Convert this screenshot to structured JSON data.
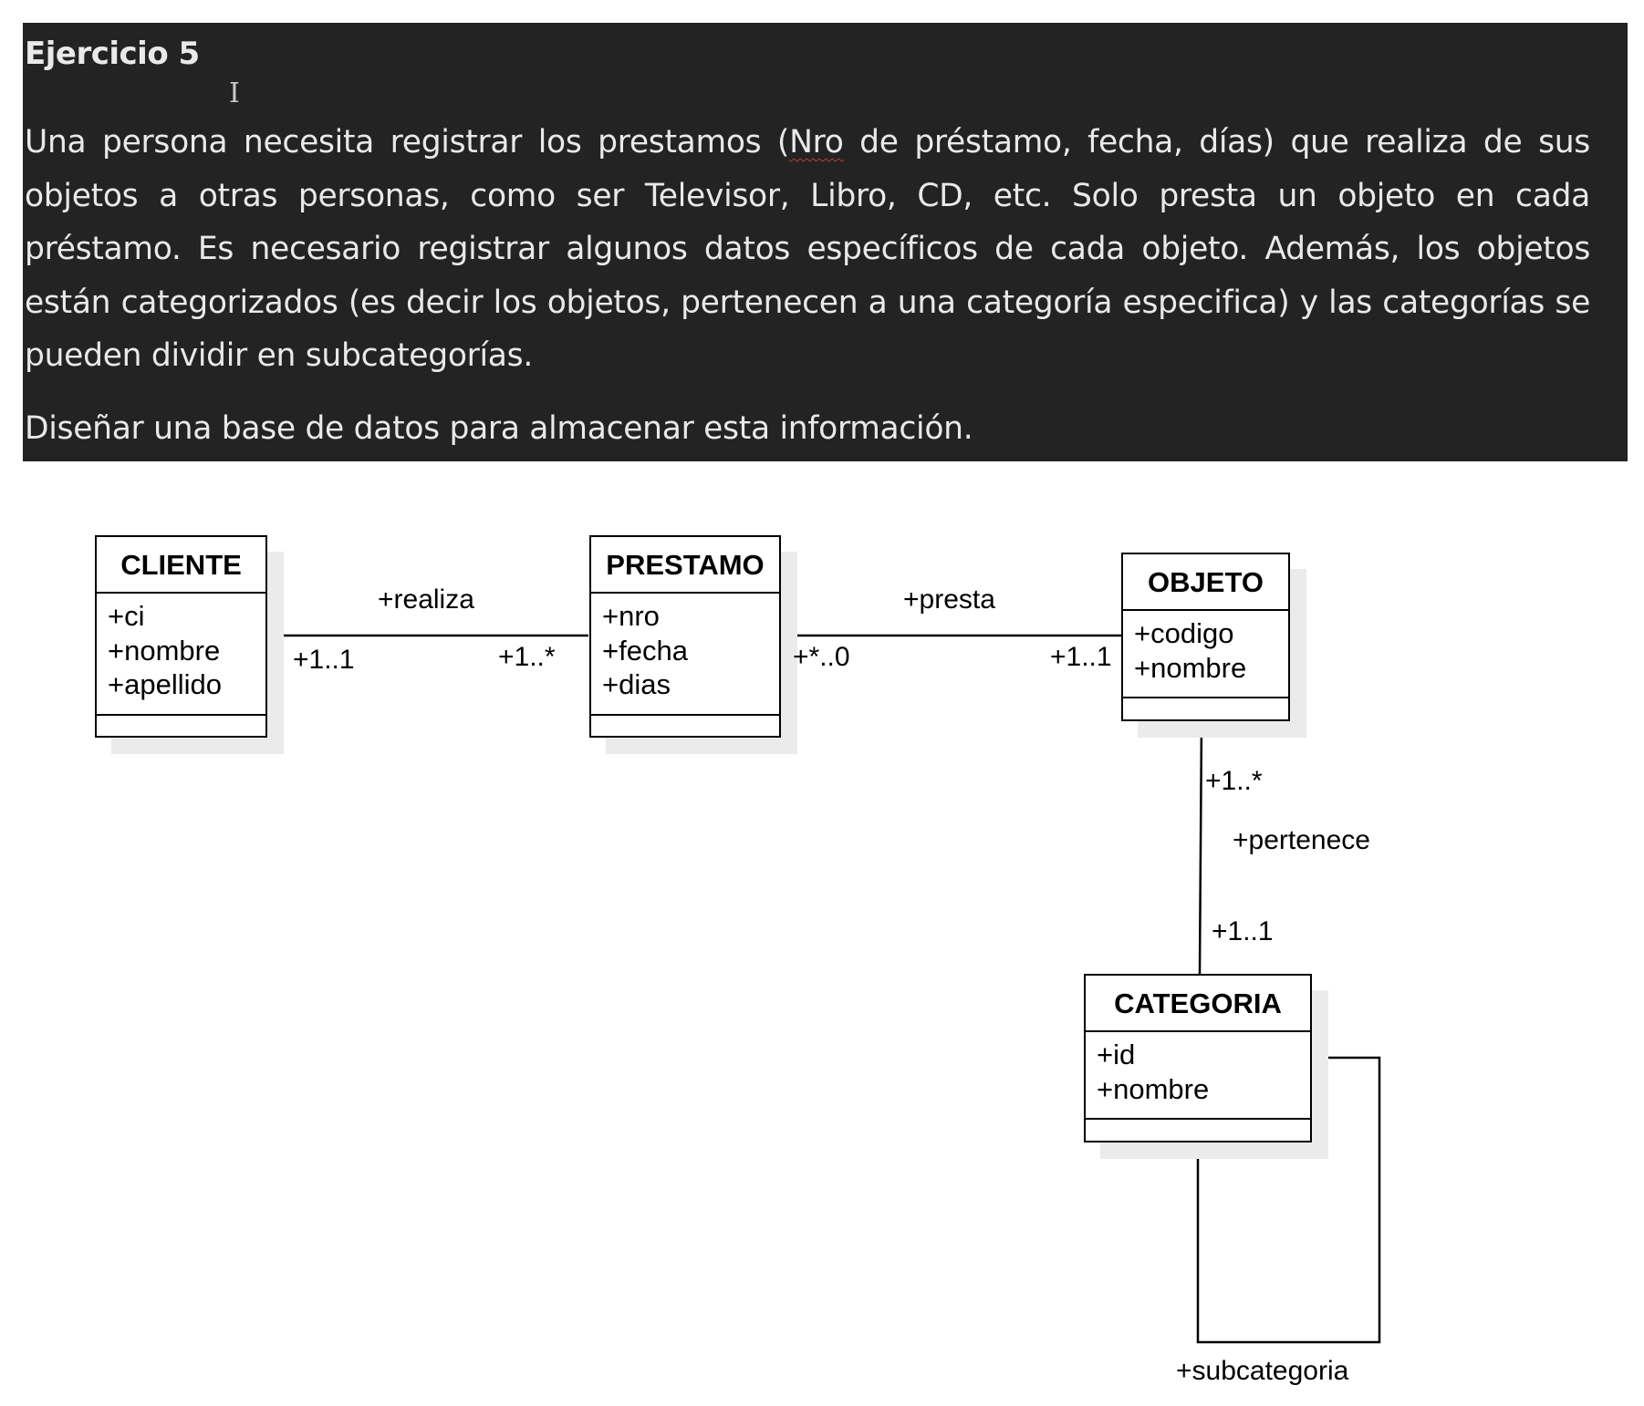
{
  "exercise": {
    "title": "Ejercicio 5",
    "cursor_glyph": "I",
    "paragraph_before": "Una persona necesita registrar los prestamos (",
    "paragraph_underlined": "Nro",
    "paragraph_after": " de préstamo, fecha, días) que realiza de sus objetos a otras personas, como ser Televisor, Libro, CD, etc. Solo presta un objeto en cada préstamo. Es necesario registrar algunos datos específicos de cada objeto. Además, los objetos están categorizados (es decir los objetos, pertenecen a una categoría especifica) y las categorías se pueden dividir en subcategorías.",
    "task": "Diseñar una base de datos para almacenar esta información."
  },
  "classes": {
    "cliente": {
      "name": "CLIENTE",
      "attributes": [
        "+ci",
        "+nombre",
        "+apellido"
      ]
    },
    "prestamo": {
      "name": "PRESTAMO",
      "attributes": [
        "+nro",
        "+fecha",
        "+dias"
      ]
    },
    "objeto": {
      "name": "OBJETO",
      "attributes": [
        "+codigo",
        "+nombre"
      ]
    },
    "categoria": {
      "name": "CATEGORIA",
      "attributes": [
        "+id",
        "+nombre"
      ]
    }
  },
  "associations": {
    "realiza": {
      "label": "+realiza",
      "source_mult": "+1..1",
      "target_mult": "+1..*"
    },
    "presta": {
      "label": "+presta",
      "source_mult": "+*..0",
      "target_mult": "+1..1"
    },
    "pertenece": {
      "label": "+pertenece",
      "source_mult": "+1..*",
      "target_mult": "+1..1"
    },
    "subcategoria": {
      "label": "+subcategoria"
    }
  }
}
